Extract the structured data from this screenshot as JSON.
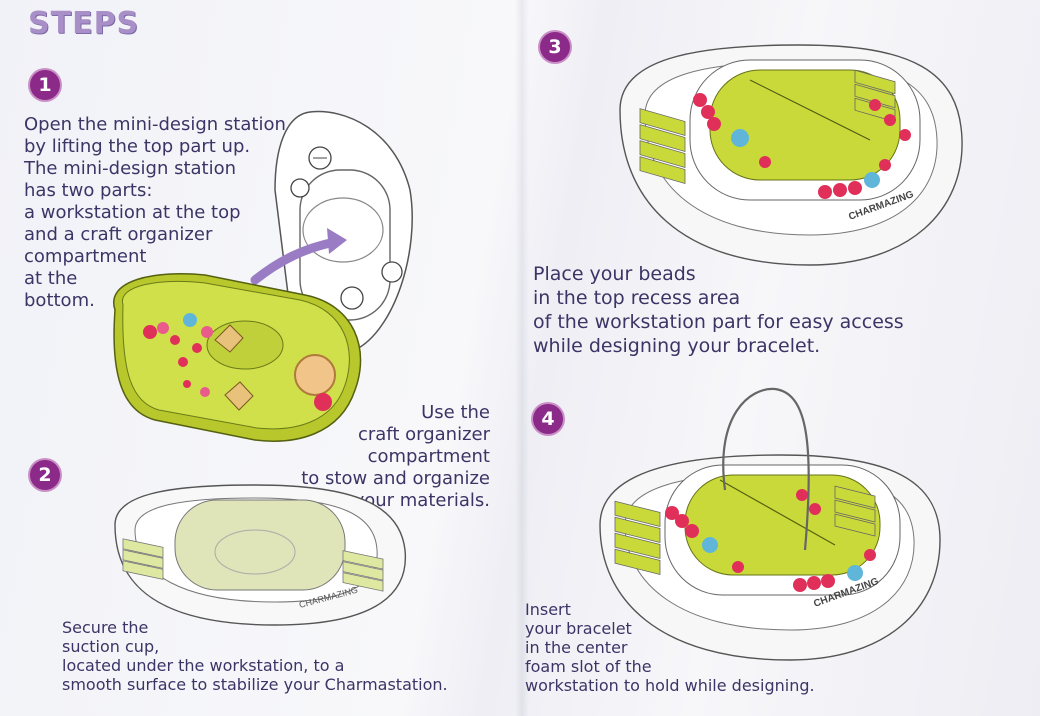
{
  "title": "STEPS",
  "colors": {
    "accent": "#8b2a88",
    "title": "#a98fc7",
    "lime": "#c6d93a",
    "text": "#3d3466"
  },
  "steps": [
    {
      "number": "1",
      "lines": [
        "Open the mini-design station",
        "by lifting the top part up.",
        "The mini-design station",
        "has two parts:",
        "a workstation at the top",
        "and a craft organizer",
        "compartment",
        "at the",
        "bottom."
      ],
      "extra_lines": [
        "Use the",
        "craft organizer",
        "compartment",
        "to stow and organize",
        "your materials."
      ]
    },
    {
      "number": "2",
      "lines": [
        "Secure the",
        "suction cup,",
        "located under the workstation, to a",
        "smooth surface to stabilize your Charmastation."
      ]
    },
    {
      "number": "3",
      "lines": [
        "Place your beads",
        "in the top recess area",
        "of the workstation part for easy access",
        "while designing your bracelet."
      ]
    },
    {
      "number": "4",
      "lines": [
        "Insert",
        "your bracelet",
        "in the center",
        "foam slot of the",
        "workstation to hold while designing."
      ]
    }
  ],
  "brand": "CHARMAZING"
}
